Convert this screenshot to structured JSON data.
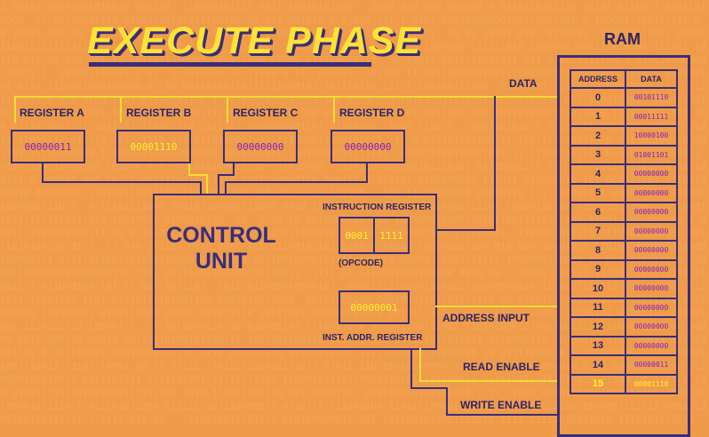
{
  "title": "EXECUTE PHASE",
  "colors": {
    "background": "#ef9b4a",
    "wire_yellow": "#f2dd31",
    "wire_navy": "#3a2d7a",
    "highlight": "#fff12a",
    "value_purple": "#8a1fc4"
  },
  "registers": [
    {
      "label": "REGISTER A",
      "value": "00000011"
    },
    {
      "label": "REGISTER B",
      "value": "00001110"
    },
    {
      "label": "REGISTER C",
      "value": "00000000"
    },
    {
      "label": "REGISTER D",
      "value": "00000000"
    }
  ],
  "control_unit": {
    "label_line1": "CONTROL",
    "label_line2": "UNIT",
    "instruction_register": {
      "label": "INSTRUCTION REGISTER",
      "opcode": "0001",
      "operand": "1111",
      "opcode_caption": "(OPCODE)"
    },
    "address_register": {
      "label": "INST. ADDR. REGISTER",
      "value": "00000001"
    }
  },
  "signals": {
    "data": "DATA",
    "address_input": "ADDRESS INPUT",
    "read_enable": "READ ENABLE",
    "write_enable": "WRITE ENABLE"
  },
  "ram": {
    "label": "RAM",
    "headers": {
      "address": "ADDRESS",
      "data": "DATA"
    },
    "rows": [
      {
        "address": "0",
        "data": "00101110"
      },
      {
        "address": "1",
        "data": "00011111"
      },
      {
        "address": "2",
        "data": "10000100"
      },
      {
        "address": "3",
        "data": "01001101"
      },
      {
        "address": "4",
        "data": "00000000"
      },
      {
        "address": "5",
        "data": "00000000"
      },
      {
        "address": "6",
        "data": "00000000"
      },
      {
        "address": "7",
        "data": "00000000"
      },
      {
        "address": "8",
        "data": "00000000"
      },
      {
        "address": "9",
        "data": "00000000"
      },
      {
        "address": "10",
        "data": "00000000"
      },
      {
        "address": "11",
        "data": "00000000"
      },
      {
        "address": "12",
        "data": "00000000"
      },
      {
        "address": "13",
        "data": "00000000"
      },
      {
        "address": "14",
        "data": "00000011"
      },
      {
        "address": "15",
        "data": "00001110"
      }
    ]
  }
}
